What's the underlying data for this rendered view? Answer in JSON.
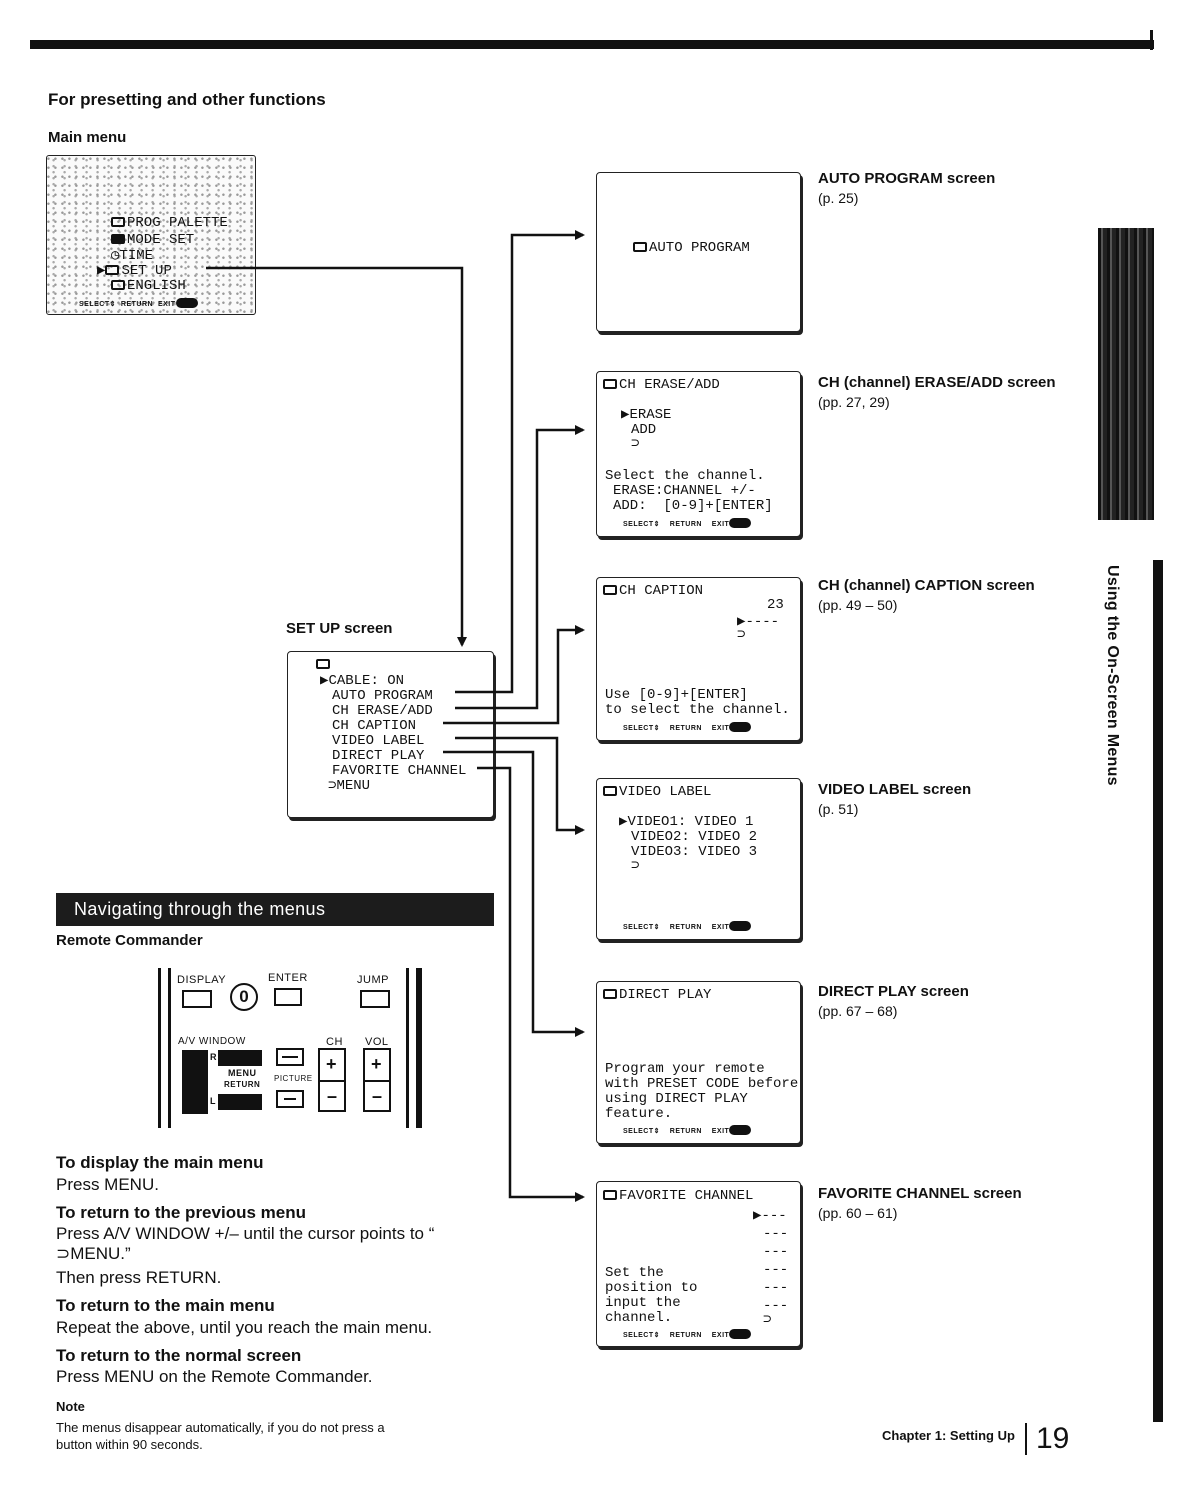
{
  "page": {
    "section_title": "For presetting and other functions",
    "main_menu_label": "Main menu",
    "setup_screen_label": "SET UP screen",
    "side_tab_text": "Using the On-Screen Menus",
    "footer_chapter": "Chapter 1: Setting Up",
    "page_number": "19"
  },
  "main_menu": {
    "items": [
      "PROG PALETTE",
      "MODE SET",
      "TIME",
      "SET UP",
      "ENGLISH"
    ],
    "cursor_item": "SET UP",
    "controls": [
      "SELECT",
      "RETURN",
      "EXIT",
      "MENU"
    ]
  },
  "setup_menu": {
    "items": [
      "CABLE: ON",
      "AUTO PROGRAM",
      "CH ERASE/ADD",
      "CH CAPTION",
      "VIDEO LABEL",
      "DIRECT PLAY",
      "FAVORITE CHANNEL",
      "MENU"
    ]
  },
  "screens": {
    "auto_program": {
      "title": "AUTO PROGRAM",
      "caption": "AUTO PROGRAM screen",
      "page": "(p. 25)"
    },
    "ch_erase_add": {
      "title": "CH ERASE/ADD",
      "option1": "ERASE",
      "option2": "ADD",
      "body1": "Select the channel.",
      "body2": "ERASE:CHANNEL +/-",
      "body3": "ADD:  [0-9]+[ENTER]",
      "caption": "CH (channel) ERASE/ADD screen",
      "page": "(pp. 27, 29)"
    },
    "ch_caption": {
      "title": "CH CAPTION",
      "number": "23",
      "dashes": "----",
      "body1": "Use [0-9]+[ENTER]",
      "body2": "to select the channel.",
      "caption": "CH (channel) CAPTION screen",
      "page": "(pp. 49 – 50)"
    },
    "video_label": {
      "title": "VIDEO LABEL",
      "line1": "VIDEO1: VIDEO 1",
      "line2": "VIDEO2: VIDEO 2",
      "line3": "VIDEO3: VIDEO 3",
      "caption": "VIDEO LABEL screen",
      "page": "(p. 51)"
    },
    "direct_play": {
      "title": "DIRECT PLAY",
      "body1": "Program your remote",
      "body2": "with PRESET CODE before",
      "body3": "using DIRECT PLAY",
      "body4": "feature.",
      "caption": "DIRECT PLAY screen",
      "page": "(pp. 67 – 68)"
    },
    "favorite_channel": {
      "title": "FAVORITE CHANNEL",
      "body1": "Set the",
      "body2": "position to",
      "body3": "input the",
      "body4": "channel.",
      "dash": "---",
      "caption": "FAVORITE CHANNEL screen",
      "page": "(pp. 60 – 61)"
    }
  },
  "screen_controls": {
    "select": "SELECT",
    "return": "RETURN",
    "exit": "EXIT",
    "menu": "MENU"
  },
  "navigation": {
    "bar_title": "Navigating through the menus",
    "remote_label": "Remote Commander",
    "remote_buttons": {
      "display": "DISPLAY",
      "zero": "0",
      "enter": "ENTER",
      "jump": "JUMP",
      "av_window": "A/V WINDOW",
      "r": "R",
      "menu": "MENU",
      "return": "RETURN",
      "l": "L",
      "picture": "PICTURE",
      "ch": "CH",
      "vol": "VOL",
      "plus": "+",
      "minus": "–"
    },
    "instructions": [
      {
        "head": "To display the main menu",
        "body": "Press MENU."
      },
      {
        "head": "To return to the previous menu",
        "body": "Press A/V WINDOW +/– until the cursor points to “ ⊃MENU.”",
        "body2": "Then press RETURN."
      },
      {
        "head": "To return to the main menu",
        "body": "Repeat the above, until you reach the main menu."
      },
      {
        "head": "To return to the normal screen",
        "body": "Press MENU on the Remote Commander."
      }
    ],
    "note_head": "Note",
    "note_body1": "The menus disappear automatically, if you do not press a",
    "note_body2": "button within 90 seconds."
  }
}
